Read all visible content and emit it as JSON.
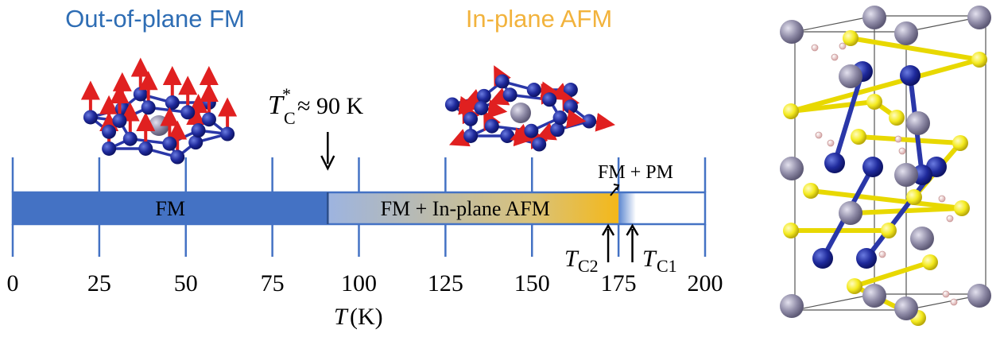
{
  "titles": {
    "left": "Out-of-plane FM",
    "right": "In-plane AFM"
  },
  "annotations": {
    "tc_star_T": "T",
    "tc_star_sup": "*",
    "tc_star_sub": "C",
    "tc_star_value": "≈ 90 K",
    "fm_pm": "FM + PM",
    "tc2_T": "T",
    "tc2_sub": "C2",
    "tc1_T": "T",
    "tc1_sub": "C1"
  },
  "phase_bar": {
    "unit": "K",
    "axis_min": 0,
    "axis_max": 200,
    "ticks": [
      0,
      25,
      50,
      75,
      100,
      125,
      150,
      175,
      200
    ],
    "segments": [
      {
        "label": "FM",
        "from": 0,
        "to": 91,
        "color": "#4472C4"
      },
      {
        "label": "FM + In-plane AFM",
        "from": 91,
        "to": 175,
        "color_start": "#9DB4E0",
        "color_end": "#F4B819"
      },
      {
        "label": "",
        "from": 175,
        "to": 180,
        "color": "#5B86D0"
      },
      {
        "label": "",
        "from": 180,
        "to": 200,
        "color": "#FFFFFF"
      }
    ],
    "markers": {
      "tc_star": 91,
      "tc2": 172,
      "tc1": 179
    }
  },
  "axis_label": {
    "symbol": "T",
    "unit": "(K)"
  },
  "colors": {
    "title_left": "#2E6DB4",
    "title_right": "#F2B33D",
    "axis": "#4472C4",
    "atom_blue": "#1F2A9C",
    "atom_gray": "#8E8AA6",
    "atom_yellow": "#F4EA1E",
    "arrow_red": "#E02020",
    "atom_pink": "#F1D3D3"
  }
}
